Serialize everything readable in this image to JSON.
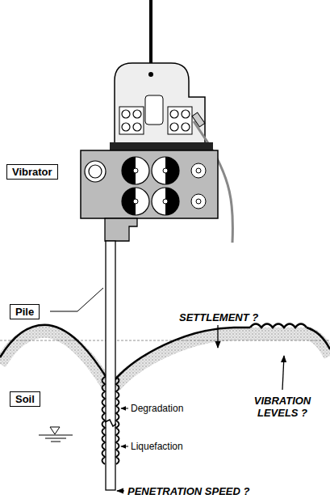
{
  "diagram": {
    "nodes": [
      {
        "text": [
          "Vibrator"
        ]
      },
      {
        "text": [
          "Pile"
        ]
      },
      {
        "text": [
          "Soil"
        ]
      }
    ],
    "labels": [
      "SETTLEMENT ?",
      "VIBRATION LEVELS ?",
      "Degradation",
      "Liquefaction",
      "PENETRATION SPEED ?"
    ]
  }
}
